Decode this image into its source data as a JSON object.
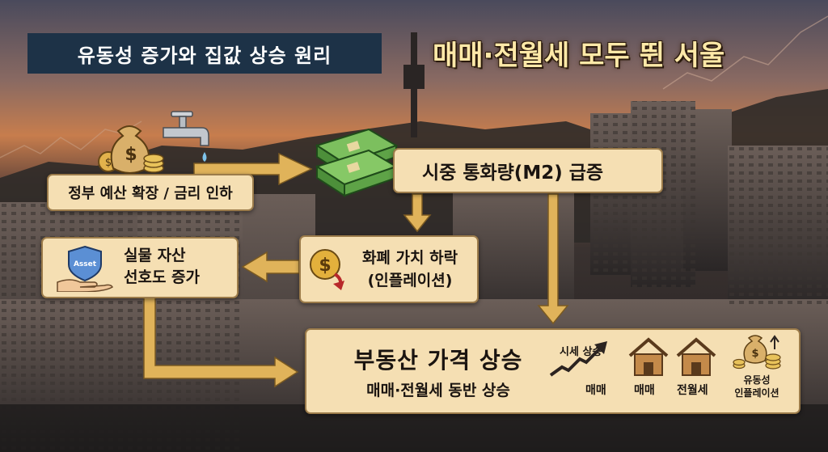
{
  "title_left": "유동성 증가와 집값 상승 원리",
  "title_right": "매매·전월세 모두 뛴 서울",
  "nodes": {
    "gov": "정부 예산 확장 / 금리 인하",
    "m2": "시중 통화량(M2) 급증",
    "asset_line1": "실물 자산",
    "asset_line2": "선호도 증가",
    "inflation_line1": "화폐 가치 하락",
    "inflation_line2": "(인플레이션)",
    "real_estate_title": "부동산 가격 상승",
    "real_estate_sub": "매매·전월세 동반 상승"
  },
  "icon_labels": {
    "trend": "시세 상승",
    "sale": "매매",
    "house_sale": "매매",
    "house_rent": "전월세",
    "liquidity_line1": "유동성",
    "liquidity_line2": "인플레이션"
  },
  "icons": [
    "money-bag-icon",
    "faucet-icon",
    "cash-stack-icon",
    "asset-hand-icon",
    "falling-coin-icon",
    "trend-arrow-icon",
    "house-icon",
    "coin-stack-icon"
  ],
  "colors": {
    "box_bg": "#f5dfb3",
    "arrow": "#e0b35a",
    "title_bg": "#1d3247",
    "headline": "#ffe9a8"
  }
}
